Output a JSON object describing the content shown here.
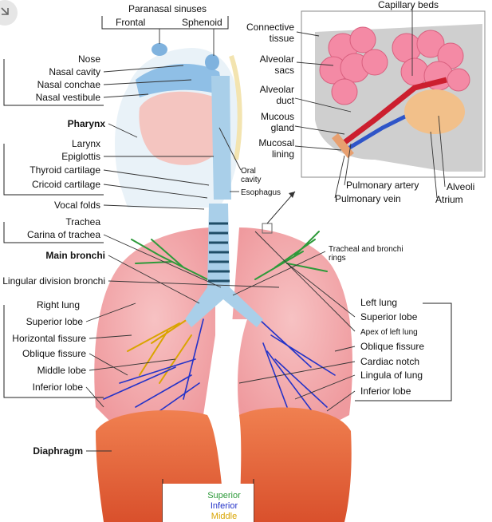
{
  "labels": {
    "paranasal_sinuses": "Paranasal sinuses",
    "frontal": "Frontal",
    "sphenoid": "Sphenoid",
    "nose": "Nose",
    "nasal_cavity": "Nasal cavity",
    "nasal_conchae": "Nasal conchae",
    "nasal_vestibule": "Nasal vestibule",
    "pharynx": "Pharynx",
    "larynx": "Larynx",
    "epiglottis": "Epiglottis",
    "thyroid_cartilage": "Thyroid cartilage",
    "cricoid_cartilage": "Cricoid cartilage",
    "vocal_folds": "Vocal folds",
    "trachea": "Trachea",
    "carina": "Carina of trachea",
    "main_bronchi": "Main bronchi",
    "lingular_division": "Lingular division bronchi",
    "right_lung": "Right lung",
    "r_superior_lobe": "Superior lobe",
    "horizontal_fissure": "Horizontal fissure",
    "r_oblique_fissure": "Oblique fissure",
    "middle_lobe": "Middle lobe",
    "r_inferior_lobe": "Inferior lobe",
    "diaphragm": "Diaphragm",
    "oral_cavity_1": "Oral",
    "oral_cavity_2": "cavity",
    "esophagus": "Esophagus",
    "tracheal_rings_1": "Tracheal and bronchi",
    "tracheal_rings_2": "rings",
    "capillary_beds": "Capillary beds",
    "connective_1": "Connective",
    "connective_2": "tissue",
    "alv_sacs_1": "Alveolar",
    "alv_sacs_2": "sacs",
    "alv_duct_1": "Alveolar",
    "alv_duct_2": "duct",
    "mucous_1": "Mucous",
    "mucous_2": "gland",
    "mucosal_1": "Mucosal",
    "mucosal_2": "lining",
    "pulm_artery": "Pulmonary artery",
    "pulm_vein": "Pulmonary vein",
    "alveoli": "Alveoli",
    "atrium": "Atrium",
    "left_lung": "Left lung",
    "l_superior_lobe": "Superior lobe",
    "apex": "Apex of left lung",
    "l_oblique_fissure": "Oblique fissure",
    "cardiac_notch": "Cardiac notch",
    "lingula": "Lingula of lung",
    "l_inferior_lobe": "Inferior lobe"
  },
  "legend": {
    "superior": "Superior",
    "inferior": "Inferior",
    "middle": "Middle"
  },
  "colors": {
    "lung": "#f2a6a8",
    "diaphragm": "#e8623a",
    "airway": "#9ecbe8",
    "superior": "#2e9a3a",
    "inferior": "#2433c8",
    "middle": "#d9a400",
    "alveoli": "#f07a96"
  }
}
